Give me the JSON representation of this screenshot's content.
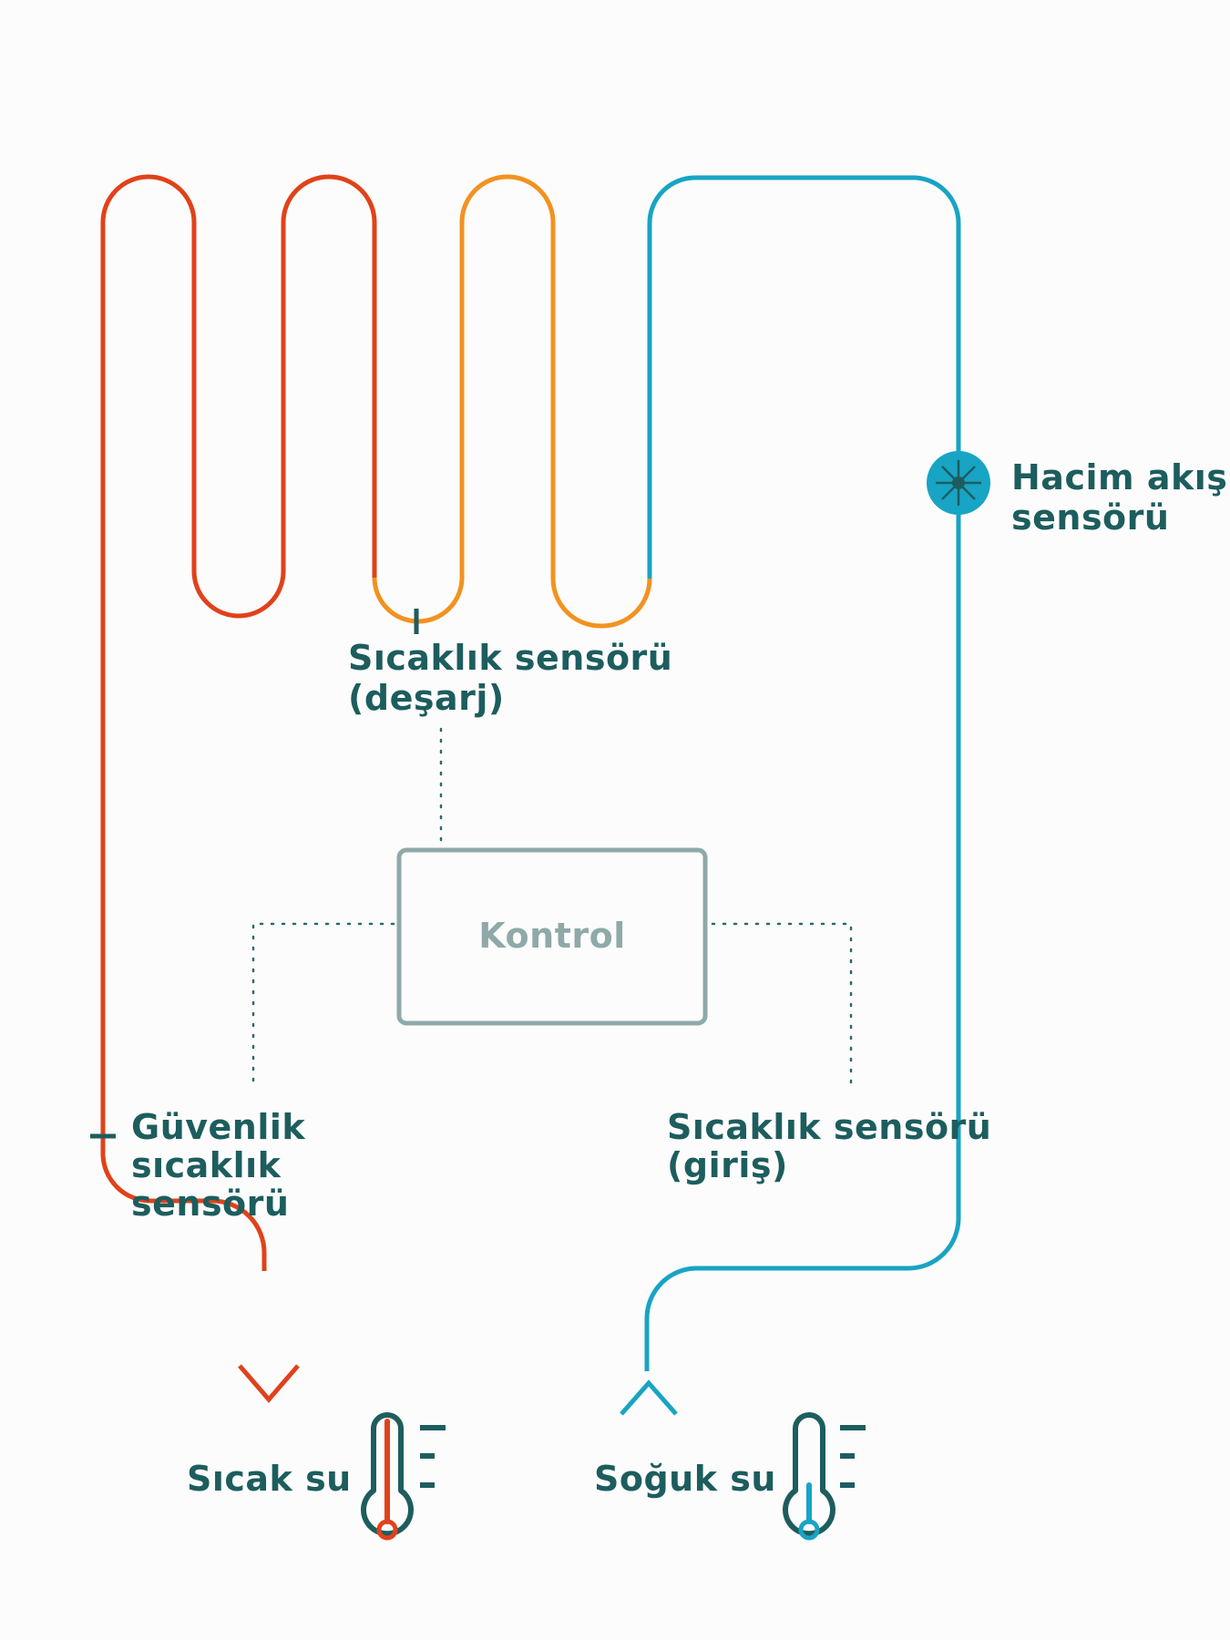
{
  "labels": {
    "flow_sensor": [
      "Hacim akış",
      "sensörü"
    ],
    "temp_discharge": [
      "Sıcaklık sensörü",
      "(deşarj)"
    ],
    "control": "Kontrol",
    "safety_sensor": [
      "Güvenlik",
      "sıcaklık",
      "sensörü"
    ],
    "temp_inlet": [
      "Sıcaklık sensörü",
      "(giriş)"
    ],
    "hot_water": "Sıcak su",
    "cold_water": "Soğuk su"
  },
  "colors": {
    "hot": "#e0421a",
    "warm": "#f29220",
    "cold": "#18a4c4",
    "text": "#1d5d5e",
    "control_border": "#8fa9a9",
    "background": "#fdfcfc"
  },
  "icons": {
    "flow_sensor": "flow-sensor-icon",
    "hot_thermometer": "thermometer-hot-icon",
    "cold_thermometer": "thermometer-cold-icon"
  }
}
